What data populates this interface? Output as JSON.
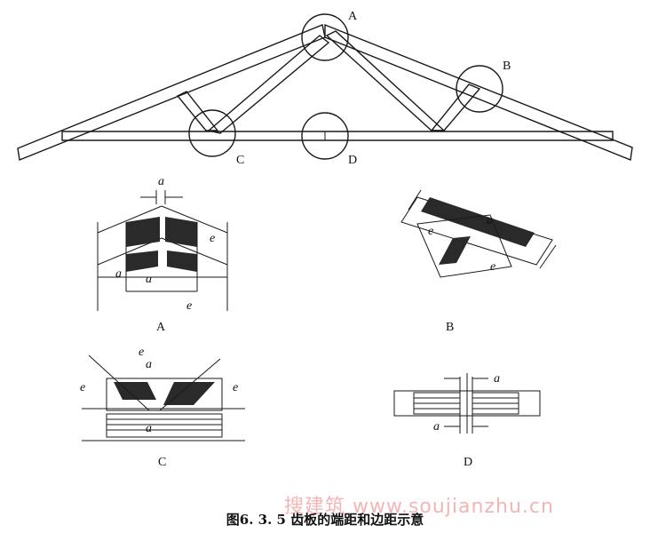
{
  "labels": {
    "A": "A",
    "B": "B",
    "C": "C",
    "D": "D",
    "detail_A": "A",
    "detail_B": "B",
    "detail_C": "C",
    "detail_D": "D",
    "a": "a",
    "e": "e"
  },
  "caption": "图6. 3. 5 齿板的端距和边距示意",
  "watermark": "搜建筑 www.soujianzhu.cn"
}
